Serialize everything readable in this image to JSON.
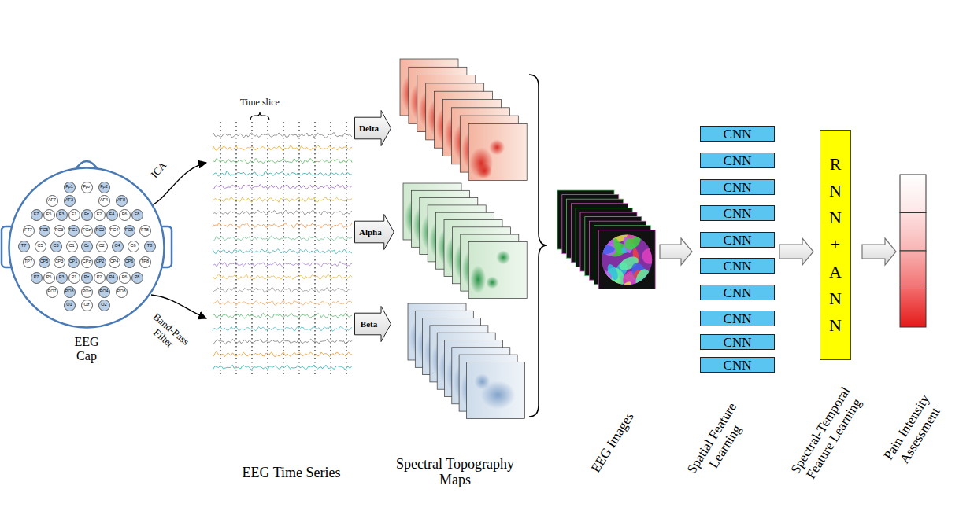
{
  "diagram": {
    "nodes": [
      {
        "text": [
          "EEG Cap"
        ]
      },
      {
        "text": [
          "Fp1"
        ],
        "in": 0
      },
      {
        "text": [
          "Fpz"
        ],
        "in": 0
      },
      {
        "text": [
          "Fp2"
        ],
        "in": 0
      },
      {
        "text": [
          "AF7"
        ],
        "in": 0
      },
      {
        "text": [
          "AF3"
        ],
        "in": 0
      },
      {
        "text": [
          "AF4"
        ],
        "in": 0
      },
      {
        "text": [
          "AF8"
        ],
        "in": 0
      },
      {
        "text": [
          "F7"
        ],
        "in": 0
      },
      {
        "text": [
          "F5"
        ],
        "in": 0
      },
      {
        "text": [
          "F3"
        ],
        "in": 0
      },
      {
        "text": [
          "F1"
        ],
        "in": 0
      },
      {
        "text": [
          "Fz"
        ],
        "in": 0
      },
      {
        "text": [
          "F2"
        ],
        "in": 0
      },
      {
        "text": [
          "F4"
        ],
        "in": 0
      },
      {
        "text": [
          "F6"
        ],
        "in": 0
      },
      {
        "text": [
          "F8"
        ],
        "in": 0
      },
      {
        "text": [
          "FT7"
        ],
        "in": 0
      },
      {
        "text": [
          "FC5"
        ],
        "in": 0
      },
      {
        "text": [
          "FC3"
        ],
        "in": 0
      },
      {
        "text": [
          "FC1"
        ],
        "in": 0
      },
      {
        "text": [
          "FCz"
        ],
        "in": 0
      },
      {
        "text": [
          "FC2"
        ],
        "in": 0
      },
      {
        "text": [
          "FC4"
        ],
        "in": 0
      },
      {
        "text": [
          "FC6"
        ],
        "in": 0
      },
      {
        "text": [
          "FT8"
        ],
        "in": 0
      },
      {
        "text": [
          "T7"
        ],
        "in": 0
      },
      {
        "text": [
          "C5"
        ],
        "in": 0
      },
      {
        "text": [
          "C3"
        ],
        "in": 0
      },
      {
        "text": [
          "C1"
        ],
        "in": 0
      },
      {
        "text": [
          "Cz"
        ],
        "in": 0
      },
      {
        "text": [
          "C2"
        ],
        "in": 0
      },
      {
        "text": [
          "C4"
        ],
        "in": 0
      },
      {
        "text": [
          "C6"
        ],
        "in": 0
      },
      {
        "text": [
          "T8"
        ],
        "in": 0
      },
      {
        "text": [
          "TP7"
        ],
        "in": 0
      },
      {
        "text": [
          "CP5"
        ],
        "in": 0
      },
      {
        "text": [
          "CP3"
        ],
        "in": 0
      },
      {
        "text": [
          "CP1"
        ],
        "in": 0
      },
      {
        "text": [
          "CPz"
        ],
        "in": 0
      },
      {
        "text": [
          "CP2"
        ],
        "in": 0
      },
      {
        "text": [
          "CP4"
        ],
        "in": 0
      },
      {
        "text": [
          "CP6"
        ],
        "in": 0
      },
      {
        "text": [
          "TP8"
        ],
        "in": 0
      },
      {
        "text": [
          "P7"
        ],
        "in": 0
      },
      {
        "text": [
          "P5"
        ],
        "in": 0
      },
      {
        "text": [
          "P3"
        ],
        "in": 0
      },
      {
        "text": [
          "P1"
        ],
        "in": 0
      },
      {
        "text": [
          "Pz"
        ],
        "in": 0
      },
      {
        "text": [
          "P2"
        ],
        "in": 0
      },
      {
        "text": [
          "P4"
        ],
        "in": 0
      },
      {
        "text": [
          "P6"
        ],
        "in": 0
      },
      {
        "text": [
          "P8"
        ],
        "in": 0
      },
      {
        "text": [
          "PO7"
        ],
        "in": 0
      },
      {
        "text": [
          "PO3"
        ],
        "in": 0
      },
      {
        "text": [
          "POz"
        ],
        "in": 0
      },
      {
        "text": [
          "PO4"
        ],
        "in": 0
      },
      {
        "text": [
          "PO8"
        ],
        "in": 0
      },
      {
        "text": [
          "O1"
        ],
        "in": 0
      },
      {
        "text": [
          "Oz"
        ],
        "in": 0
      },
      {
        "text": [
          "O2"
        ],
        "in": 0
      },
      {
        "text": [
          "Delta"
        ]
      },
      {
        "text": [
          "Alpha"
        ]
      },
      {
        "text": [
          "Beta"
        ]
      },
      {
        "text": [
          "CNN"
        ]
      },
      {
        "text": [
          "CNN"
        ]
      },
      {
        "text": [
          "CNN"
        ]
      },
      {
        "text": [
          "CNN"
        ]
      },
      {
        "text": [
          "CNN"
        ]
      },
      {
        "text": [
          "CNN"
        ]
      },
      {
        "text": [
          "CNN"
        ]
      },
      {
        "text": [
          "CNN"
        ]
      },
      {
        "text": [
          "CNN"
        ]
      },
      {
        "text": [
          "CNN"
        ]
      },
      {
        "text": [
          "RNN+ANN"
        ]
      }
    ],
    "labels": [
      "ICA",
      "Band-Pass Filter",
      "Time slice",
      "EEG Time Series",
      "Spectral Topography Maps",
      "EEG Images",
      "Spatial Feature Learning",
      "Spectral-Temporal Feature Learning",
      "Pain Intensity Assessment"
    ]
  }
}
